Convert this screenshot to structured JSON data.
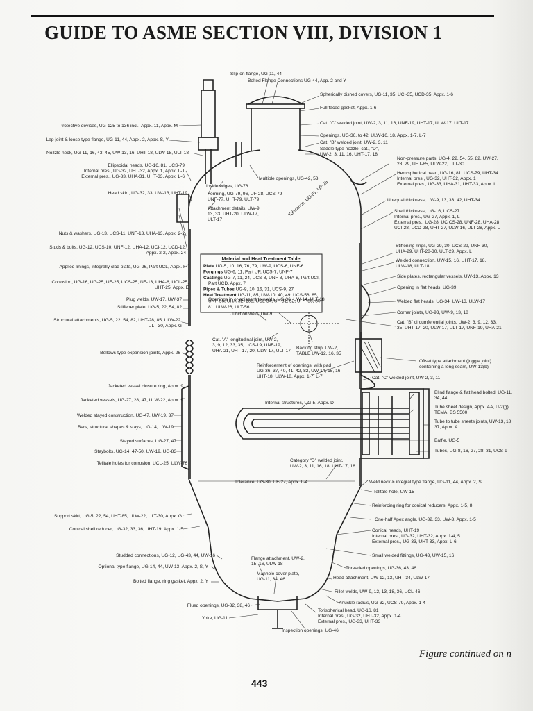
{
  "title": "GUIDE TO ASME SECTION VIII, DIVISION 1",
  "continued": "Figure continued on n",
  "page_number": "443",
  "table": {
    "title": "Material and Heat Treatment Table",
    "rows": [
      {
        "bold": "Plate",
        "text": " UG-5, 10, 16, 76, 79, UW-9, UCS-6, UNF-6"
      },
      {
        "bold": "Forgings",
        "text": " UG-6, 11, Part UF, UCS-7, UNF-7"
      },
      {
        "bold": "Castings",
        "text": " UG-7, 11, 24, UCS-8, UNF-8, UHA-8, Part UCI,"
      },
      {
        "bold": "",
        "text": "Part UCD, Appx. 7"
      },
      {
        "bold": "Pipes & Tubes",
        "text": " UG-8, 10, 16, 31, UCS-9, 27"
      },
      {
        "bold": "Heat Treatment",
        "text": " UG-11, 85, UW-10, 40, 49, UCS-56, 85,"
      },
      {
        "bold": "",
        "text": "UNF-56, UHA-32, 105, UCL-34, UF-31, 52, UHT-56, 80,"
      },
      {
        "bold": "",
        "text": "81, ULW-26, ULT-56"
      }
    ]
  },
  "labels": [
    {
      "lines": [
        "Slip-on flange, UG-11, 44"
      ]
    },
    {
      "lines": [
        "Bolted Flange Connections UG-44, App. 2 and Y"
      ]
    },
    {
      "lines": [
        "Spherically dished covers, UG-11, 35, UCI-35, UCD-35, Appx. 1-6"
      ]
    },
    {
      "lines": [
        "Full faced gasket, Appx. 1-6"
      ]
    },
    {
      "lines": [
        "Cat. \"C\" welded joint, UW-2, 3, 11, 16, UNF-19, UHT-17, ULW-17, ULT-17"
      ]
    },
    {
      "lines": [
        "Openings, UG-36, to 42, ULW-16, 18, Appx. 1-7, L-7"
      ]
    },
    {
      "lines": [
        "Cat. \"B\" welded joint, UW-2, 3, 11"
      ]
    },
    {
      "lines": [
        "Saddle type nozzle, cat., \"D\",",
        "UW-2, 3, 11, 16, UHT-17, 18"
      ]
    },
    {
      "lines": [
        "Protective devices, UG-125 to 136 incl., Appx. 11, Appx. M"
      ]
    },
    {
      "lines": [
        "Lap joint & loose type flange, UG-11, 44, Appx. 2, Appx. S, Y"
      ]
    },
    {
      "lines": [
        "Nozzle neck, UG-11, 16, 43, 45, UW-13, 16, UHT-18, ULW-18, ULT-18"
      ]
    },
    {
      "lines": [
        "Ellipsoidal heads, UG-16, 81, UCS-79",
        "Internal pres., UG-32, UHT-32, Appx. 1, Appx. L-1",
        "External pres., UG-33, UHA-31, UHT-33, Appx. L-6"
      ]
    },
    {
      "lines": [
        "Head skirt, UG-32, 33, UW-13, UHT-19"
      ]
    },
    {
      "lines": [
        "Multiple openings, UG-42, 53"
      ]
    },
    {
      "lines": [
        "Inside edges, UG-76"
      ]
    },
    {
      "lines": [
        "Forming, UG-79, 96, UF-28, UCS-79",
        "UNF-77, UHT-79, ULT-79"
      ]
    },
    {
      "lines": [
        "Attachment details, UW-9,",
        "13, 33, UHT-20, ULW-17,",
        "ULT-17"
      ]
    },
    {
      "lines": [
        "Tolerance, UG-81, UF-28"
      ]
    },
    {
      "lines": [
        "Non-pressure parts, UG-4, 22, 54, 55, 82, UW-27,",
        "28, 29, UHT-85, ULW-22, ULT-30"
      ]
    },
    {
      "lines": [
        "Hemispherical head, UG-16, 81, UCS-79, UHT-34",
        "Internal pres., UG-32, UHT-32, Appx. 1",
        "External pres., UG-33, UHA-31, UHT-33, Appx. L"
      ]
    },
    {
      "lines": [
        "Unequal thickness, UW-9, 13, 33, 42, UHT-34"
      ]
    },
    {
      "lines": [
        "Shell thickness, UG-16, UCS-27",
        "Internal pres., UG-27, Appx. 1, L",
        "External pres., UG-28, UC CS-28, UNF-28, UHA-28",
        "UCI-28, UCD-28, UHT-27, ULW-16, ULT-28, Appx. L"
      ]
    },
    {
      "lines": [
        "Nuts & washers, UG-13, UCS-11, UNF-13, UHA-13, Appx. 2-2"
      ]
    },
    {
      "lines": [
        "Studs & bolts, UG-12, UCS-10, UNF-12, UHA-12, UCI-12, UCD-12,",
        "Appx. 2-2, Appx. 24"
      ]
    },
    {
      "lines": [
        "Applied linings, integrally clad plate, UG-26, Part UCL, Appx. F"
      ]
    },
    {
      "lines": [
        "Corrosion, UG-16, UG-25, UF-25, UCS-25, NF-13, UHA-6, UCL-25,",
        "UHT-25, Appx. E"
      ]
    },
    {
      "lines": [
        "Plug welds, UW-17, UW-37"
      ]
    },
    {
      "lines": [
        "Stiffener plate, UG-5, 22, 54, 82"
      ]
    },
    {
      "lines": [
        "Structural attachments, UG-5, 22, 54, 82, UHT-28, 85, ULW-22,",
        "ULT-30, Appx. G"
      ]
    },
    {
      "lines": [
        "Stiffening rings, UG-29, 30, UCS-29, UNF-30,",
        "UHA-29, UHT-28-30, ULT-29, Appx. L"
      ]
    },
    {
      "lines": [
        "Welded connection, UW-15, 16, UHT-17, 18,",
        "ULW-18, ULT-18"
      ]
    },
    {
      "lines": [
        "Side plates, rectangular vessels, UW-13, Appx. 13"
      ]
    },
    {
      "lines": [
        "Opening in flat heads, UG-39"
      ]
    },
    {
      "lines": [
        "Openings in or adjacent to welds, UG-36, UW-14, ULT-18"
      ]
    },
    {
      "lines": [
        "Junction weld, UW-9"
      ]
    },
    {
      "lines": [
        "Welded flat heads, UG-34, UW-13, ULW-17"
      ]
    },
    {
      "lines": [
        "Corner joints, UG-93, UW-9, 13, 18"
      ]
    },
    {
      "lines": [
        "Cat. \"B\" circumferential joints, UW-2, 3, 9, 12, 33,",
        "35, UHT-17, 20, ULW-17, ULT-17, UNF-19, UHA-21"
      ]
    },
    {
      "lines": [
        "Cat. \"A\" longitudinal joint, UW-2,",
        "3, 9, 12, 33, 35, UCS-19, UNF-19,",
        "UHA-21, UHT-17, 20, ULW-17, ULT-17"
      ]
    },
    {
      "lines": [
        "Backing strip, UW-2,",
        "TABLE UW-12, 16, 35"
      ]
    },
    {
      "lines": [
        "Bellows-type expansion joints, Appx. 26"
      ]
    },
    {
      "lines": [
        "Offset type attachment (joggle joint)",
        "containing a long seam, UW-13(b)"
      ]
    },
    {
      "lines": [
        "Reinforcement of openings, with pad",
        "UG-36, 37, 40, 41, 42, 82, UW-14, 15, 16,",
        "UHT-18, ULW-18, Appx. 1-7, L-7"
      ]
    },
    {
      "lines": [
        "Cat. \"C\" welded joint, UW-2, 3, 11"
      ]
    },
    {
      "lines": [
        "Jacketed vessel closure ring, Appx. 9"
      ]
    },
    {
      "lines": [
        "Jacketed vessels, UG-27, 28, 47, ULW-22, Appx. 9"
      ]
    },
    {
      "lines": [
        "Blind flange & flat head bolted, UG-11,",
        "34, 44"
      ]
    },
    {
      "lines": [
        "Internal structures, UG-5, Appx. D"
      ]
    },
    {
      "lines": [
        "Tube sheet design, Appx. AA, U-2(g),",
        "TEMA, BS 5500"
      ]
    },
    {
      "lines": [
        "Welded stayed construction, UG-47, UW-19, 37"
      ]
    },
    {
      "lines": [
        "Bars, structural shapes & stays, UG-14, UW-19"
      ]
    },
    {
      "lines": [
        "Tube to tube sheets joints, UW-13, 18",
        "37, Appx. A"
      ]
    },
    {
      "lines": [
        "Stayed surfaces, UG-27, 47"
      ]
    },
    {
      "lines": [
        "Baffle, UG-5"
      ]
    },
    {
      "lines": [
        "Staybolts, UG-14, 47-50, UW-19, UG-83"
      ]
    },
    {
      "lines": [
        "Tubes, UG-8, 16, 27, 28, 31, UCS-9"
      ]
    },
    {
      "lines": [
        "Telltale holes for corrosion, UCL-25, ULW-76"
      ]
    },
    {
      "lines": [
        "Category \"D\" welded joint,",
        "UW-2, 3, 11, 16, 18, UHT-17, 18"
      ]
    },
    {
      "lines": [
        "Tolerance, UG-80, UF-27, Appx. L-4"
      ]
    },
    {
      "lines": [
        "Weld neck & integral type flange, UG-11, 44, Appx. 2, S"
      ]
    },
    {
      "lines": [
        "Telltale hole, UW-15"
      ]
    },
    {
      "lines": [
        "Reinforcing ring for conical reducers, Appx. 1-5, 8"
      ]
    },
    {
      "lines": [
        "Support skirt, UG-5, 22, 54, UHT-85, ULW-22, ULT-30, Appx. G"
      ]
    },
    {
      "lines": [
        "One-half Apex angle, UG-32, 33, UW-3, Appx. 1-5"
      ]
    },
    {
      "lines": [
        "Conical shell reducer, UG-32, 33, 36, UHT-19, Appx. 1-5"
      ]
    },
    {
      "lines": [
        "Conical heads, UHT-19",
        "Internal pres., UG-32, UHT-32, Appx. 1-4, 5",
        "External pres., UG-33, UHT-33, Appx. L-6"
      ]
    },
    {
      "lines": [
        "Small welded fittings, UG-43, UW-15, 16"
      ]
    },
    {
      "lines": [
        "Studded connections, UG-12, UG-43, 44, UW-16"
      ]
    },
    {
      "lines": [
        "Optional type flange, UG-14, 44, UW-13, Appx. 2, S, Y"
      ]
    },
    {
      "lines": [
        "Flange attachment, UW-2,",
        "15, 16, ULW-18"
      ]
    },
    {
      "lines": [
        "Threaded openings, UG-36, 43, 46"
      ]
    },
    {
      "lines": [
        "Bolted flange, ring gasket, Appx. 2, Y"
      ]
    },
    {
      "lines": [
        "Manhole cover plate,",
        "UG-11, 34, 46"
      ]
    },
    {
      "lines": [
        "Head attachment, UW-12, 13, UHT-34, ULW-17"
      ]
    },
    {
      "lines": [
        "Fillet welds, UW-9, 12, 13, 18, 36, UCL-46"
      ]
    },
    {
      "lines": [
        "Flued openings, UG-32, 38, 46"
      ]
    },
    {
      "lines": [
        "Knuckle radius, UG-32, UCS-79, Appx. 1-4"
      ]
    },
    {
      "lines": [
        "Yoke, UG-11"
      ]
    },
    {
      "lines": [
        "Torispherical head, UG-16, 81",
        "Internal pres., UG-32, UHT-32, Appx. 1-4",
        "External pres., UG-33, UHT-33"
      ]
    },
    {
      "lines": [
        "Inspection openings, UG-46"
      ]
    }
  ]
}
